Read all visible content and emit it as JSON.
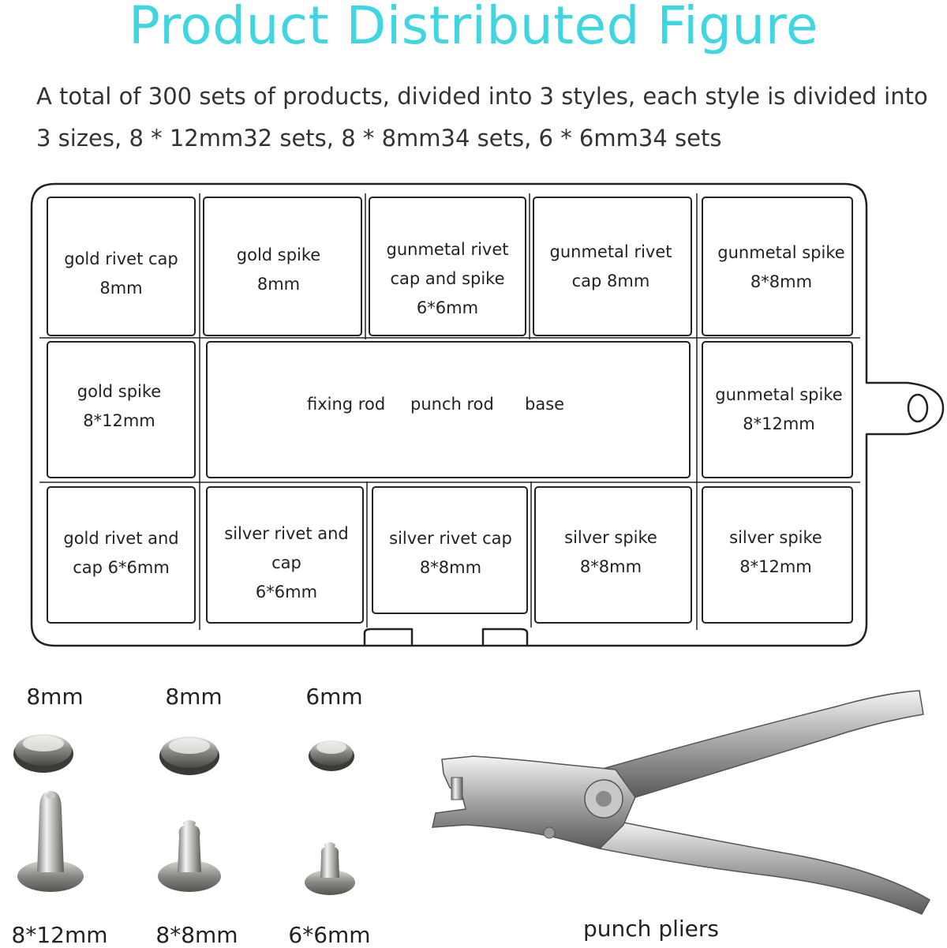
{
  "title": "Product Distributed Figure",
  "description": "A total of 300 sets of products, divided into 3 styles, each style is divided into 3 sizes, 8 * 12mm32 sets, 8 * 8mm34 sets, 6 * 6mm34 sets",
  "box": {
    "row1": [
      {
        "lines": [
          "gold rivet cap",
          "8mm"
        ]
      },
      {
        "lines": [
          "gold spike",
          "8mm"
        ]
      },
      {
        "lines": [
          "gunmetal rivet",
          "cap and spike",
          "6*6mm"
        ]
      },
      {
        "lines": [
          "gunmetal rivet",
          "cap 8mm"
        ]
      },
      {
        "lines": [
          "gunmetal spike",
          "8*8mm"
        ]
      }
    ],
    "row2_left": {
      "lines": [
        "gold spike",
        "8*12mm"
      ]
    },
    "row2_center": [
      "fixing rod",
      "punch rod",
      "base"
    ],
    "row2_right": {
      "lines": [
        "gunmetal spike",
        "8*12mm"
      ]
    },
    "row3": [
      {
        "lines": [
          "gold rivet and",
          "cap 6*6mm"
        ]
      },
      {
        "lines": [
          "silver rivet and",
          "cap",
          "6*6mm"
        ]
      },
      {
        "lines": [
          "silver rivet cap",
          "8*8mm"
        ]
      },
      {
        "lines": [
          "silver spike",
          "8*8mm"
        ]
      },
      {
        "lines": [
          "silver spike",
          "8*12mm"
        ]
      }
    ]
  },
  "parts": {
    "cap_labels": [
      "8mm",
      "8mm",
      "6mm"
    ],
    "spike_labels": [
      "8*12mm",
      "8*8mm",
      "6*6mm"
    ],
    "pliers_label": "punch pliers"
  },
  "colors": {
    "title": "#3fd6e2",
    "outline": "#222222",
    "metal": "#b9b9b9"
  }
}
